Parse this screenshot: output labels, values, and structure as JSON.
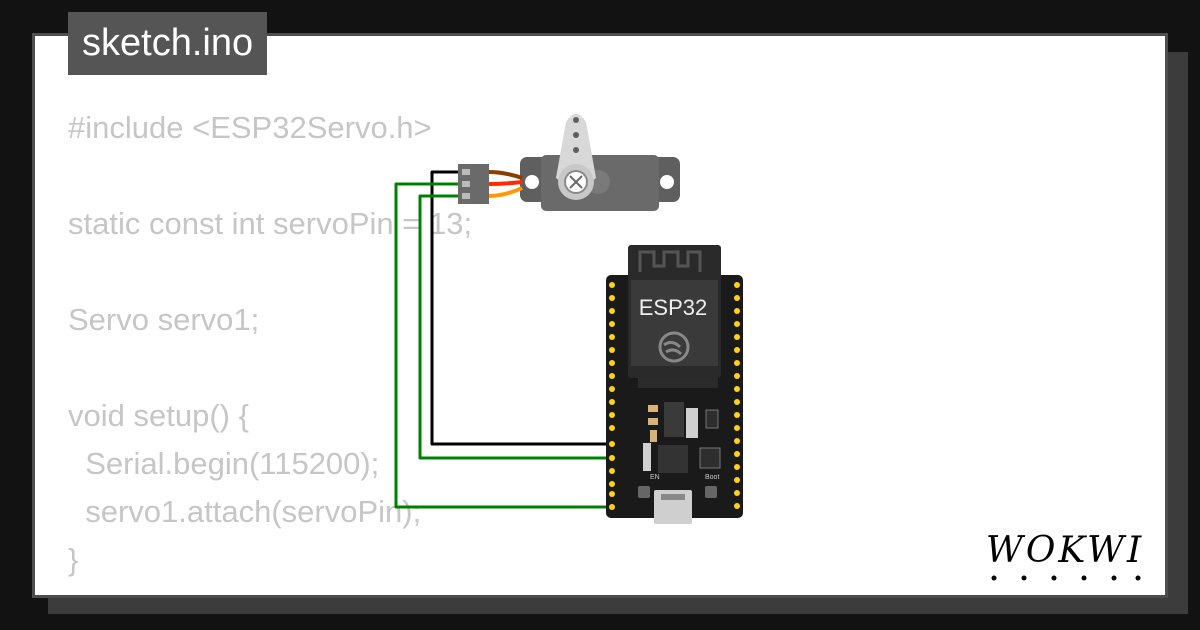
{
  "file_tab": {
    "name": "sketch.ino"
  },
  "code_lines": [
    "#include <ESP32Servo.h>",
    "",
    "static const int servoPin = 13;",
    "",
    "Servo servo1;",
    "",
    "void setup() {",
    "  Serial.begin(115200);",
    "  servo1.attach(servoPin);",
    "}"
  ],
  "board": {
    "label": "ESP32",
    "en_label": "EN",
    "boot_label": "Boot"
  },
  "logo": {
    "text": "WOKWI"
  },
  "colors": {
    "background": "#121212",
    "card": "#ffffff",
    "tab": "#555555",
    "code_text": "#c6c6c6",
    "wire_gnd": "#000000",
    "wire_signal": "#008000",
    "board": "#1a1a1a",
    "pin": "#ffd21a",
    "servo_body": "#5f5f5f",
    "servo_horn": "#d8d8d8"
  },
  "icons": [
    "espressif-logo-icon",
    "wokwi-logo"
  ]
}
